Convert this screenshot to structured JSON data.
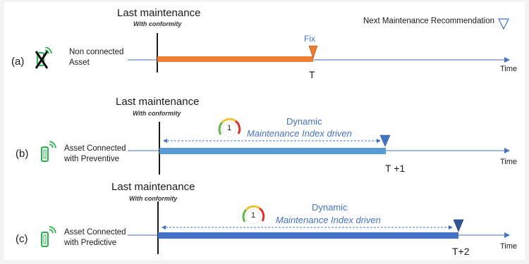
{
  "legend": {
    "label": "Next Maintenance Recommendation"
  },
  "colors": {
    "orange": "#ed7d31",
    "blue_light": "#5b9bd5",
    "blue_dark": "#4472c4",
    "axis": "#4472c4",
    "icon_green": "#27b24a"
  },
  "rows": [
    {
      "letter": "(a)",
      "asset": [
        "Non connected",
        "Asset"
      ],
      "last_title": "Last maintenance",
      "last_sub": "With conformity",
      "marker_top": "Fix",
      "marker_bottom": "T",
      "time_label": "Time",
      "icon": "disconnected-device-icon"
    },
    {
      "letter": "(b)",
      "asset": [
        "Asset Connected",
        "with Preventive"
      ],
      "last_title": "Last maintenance",
      "last_sub": "With conformity",
      "dynamic": [
        "Dynamic",
        "Maintenance Index driven"
      ],
      "gauge_value": "1",
      "marker_bottom": "T +1",
      "time_label": "Time",
      "icon": "connected-device-icon"
    },
    {
      "letter": "(c)",
      "asset": [
        "Asset Connected",
        "with Predictive"
      ],
      "last_title": "Last maintenance",
      "last_sub": "With conformity",
      "dynamic": [
        "Dynamic",
        "Maintenance Index driven"
      ],
      "gauge_value": "1",
      "marker_bottom": "T+2",
      "time_label": "Time",
      "icon": "connected-device-icon"
    }
  ]
}
